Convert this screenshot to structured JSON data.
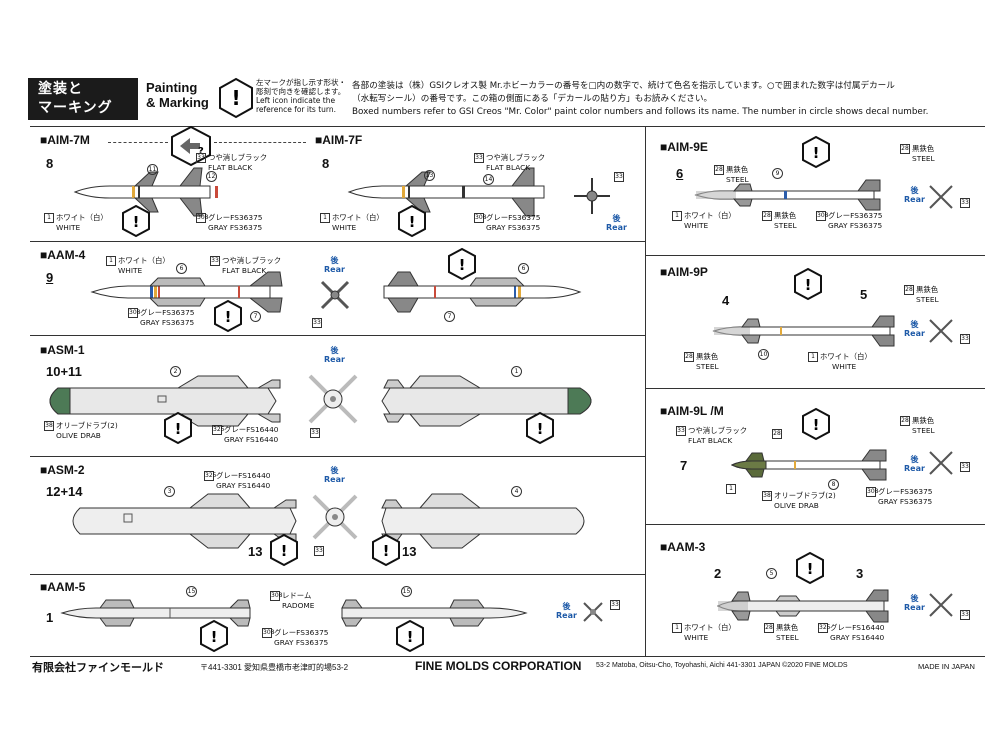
{
  "header": {
    "title_line1": "塗装と",
    "title_line2": "マーキング",
    "painting_line1": "Painting",
    "painting_line2": "& Marking",
    "note_jp_1": "左マークが指し示す形状・",
    "note_jp_2": "彫刻で向きを確認します。",
    "note_en_1": "Left icon indicate the",
    "note_en_2": "reference for its turn.",
    "desc_line1": "各部の塗装は（株）GSIクレオス製 Mr.ホビーカラーの番号を□内の数字で、続けて色名を指示しています。○で囲まれた数字は付属デカール",
    "desc_line2": "（水転写シール）の番号です。この箱の側面にある「デカールの貼り方」もお読みください。",
    "desc_line3": "Boxed numbers refer to GSI Creos \"Mr. Color\" paint color numbers and follows its name. The number in circle shows decal number."
  },
  "sections": {
    "aim7m": "■AIM-7M",
    "aim7f": "■AIM-7F",
    "aam4": "■AAM-4",
    "asm1": "■ASM-1",
    "asm2": "■ASM-2",
    "aam5": "■AAM-5",
    "aim9e": "■AIM-9E",
    "aim9p": "■AIM-9P",
    "aim9lm": "■AIM-9L /M",
    "aam3": "■AAM-3"
  },
  "part_numbers": {
    "aim7m": "8",
    "aim7f": "8",
    "aam4": "9",
    "asm1": "10+11",
    "asm2": "12+14",
    "asm2_b": "13",
    "asm2_c": "13",
    "aam5": "1",
    "aim9e": "6",
    "aim9p_a": "4",
    "aim9p_b": "5",
    "aim9lm": "7",
    "aam3_a": "2",
    "aam3_b": "3"
  },
  "paints": {
    "c1_num": "1",
    "c1_jp": "ホワイト（白）",
    "c1_jp_short": "ホワイト",
    "c1_en": "WHITE",
    "c33_num": "33",
    "c33_jp": "つや消しブラック",
    "c33_en": "FLAT BLACK",
    "c308_num": "308",
    "c308_jp": "グレーFS36375",
    "c308_en": "GRAY FS36375",
    "c325_num": "325",
    "c325_jp": "グレーFS16440",
    "c325_en": "GRAY FS16440",
    "c38_num": "38",
    "c38_jp": "オリーブドラブ(2)",
    "c38_en": "OLIVE DRAB",
    "c28_num": "28",
    "c28_jp": "黒鉄色",
    "c28_en": "STEEL",
    "radome_jp": "レドーム",
    "radome_en": "RADOME",
    "rear_jp": "後",
    "rear_en": "Rear"
  },
  "decals": [
    "11",
    "12",
    "13",
    "14",
    "6",
    "7",
    "2",
    "1",
    "3",
    "4",
    "15",
    "9",
    "10",
    "8",
    "5"
  ],
  "footer": {
    "company_jp": "有限会社ファインモールド",
    "address_jp": "〒441-3301 愛知県豊橋市老津町的場53-2",
    "company_en": "FINE MOLDS CORPORATION",
    "address_en": "53-2 Matoba, Oitsu-Cho, Toyohashi, Aichi 441-3301 JAPAN ©2020 FINE MOLDS",
    "made_in": "MADE IN JAPAN"
  },
  "icons": [
    "exclamation-hexagon-icon",
    "rear-cross-icon",
    "missile-icon"
  ]
}
